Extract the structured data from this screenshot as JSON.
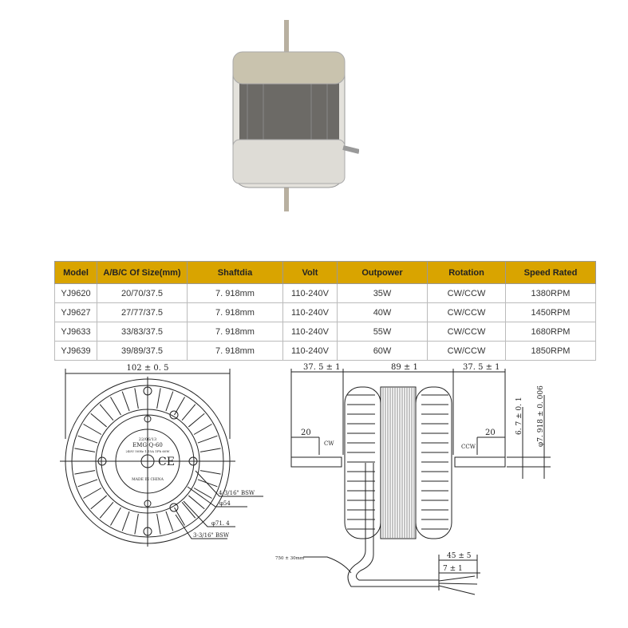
{
  "table": {
    "header_color": "#d9a400",
    "columns": [
      "Model",
      "A/B/C Of Size(mm)",
      "Shaftdia",
      "Volt",
      "Outpower",
      "Rotation",
      "Speed Rated"
    ],
    "rows": [
      [
        "YJ9620",
        "20/70/37.5",
        "7. 918mm",
        "110-240V",
        "35W",
        "CW/CCW",
        "1380RPM"
      ],
      [
        "YJ9627",
        "27/77/37.5",
        "7. 918mm",
        "110-240V",
        "40W",
        "CW/CCW",
        "1450RPM"
      ],
      [
        "YJ9633",
        "33/83/37.5",
        "7. 918mm",
        "110-240V",
        "55W",
        "CW/CCW",
        "1680RPM"
      ],
      [
        "YJ9639",
        "39/89/37.5",
        "7. 918mm",
        "110-240V",
        "60W",
        "CW/CCW",
        "1850RPM"
      ]
    ]
  },
  "front_view": {
    "width_dim": "102 ± 0. 5",
    "label_date": "22/06/13",
    "label_model": "EMG-Q-60",
    "label_spec": "240V 50Hz 1.15A 1Ph 60W",
    "label_origin": "MADE IN CHINA",
    "callouts": [
      "4-3/16\" BSW",
      "φ54",
      "φ71. 4",
      "3-3/16\" BSW"
    ]
  },
  "side_view": {
    "left_shaft": "37. 5 ± 1",
    "body": "89 ± 1",
    "right_shaft": "37. 5 ± 1",
    "left_flat": "20",
    "right_flat": "20",
    "cw": "CW",
    "ccw": "CCW",
    "flat_dim": "6. 7 ± 0. 1",
    "shaft_dia": "φ7. 918 ± 0. 006",
    "cable_length": "750 ± 30mm",
    "strip_outer": "45 ± 5",
    "strip_inner": "7 ± 1"
  }
}
